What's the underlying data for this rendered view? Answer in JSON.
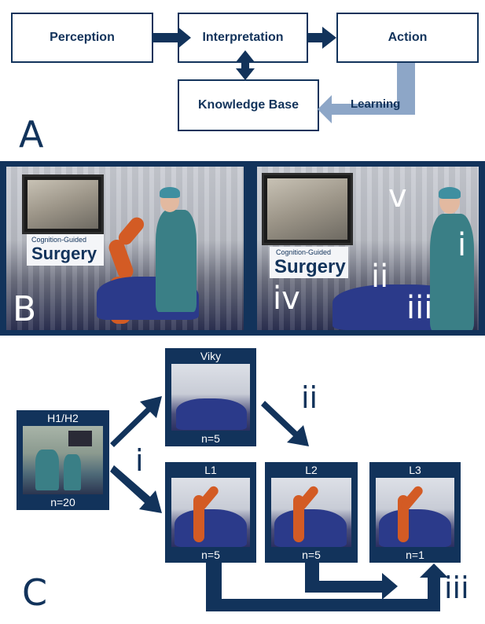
{
  "panel_a": {
    "letter": "A",
    "boxes": {
      "perception": "Perception",
      "interpretation": "Interpretation",
      "action": "Action",
      "knowledge_base": "Knowledge Base"
    },
    "learning_label": "Learning"
  },
  "panel_b": {
    "letter": "B",
    "banner_line1": "Cognition-Guided",
    "banner_line2": "Surgery",
    "labels": {
      "i": "i",
      "ii": "ii",
      "iii": "iii",
      "iv": "iv",
      "v": "v"
    }
  },
  "panel_c": {
    "letter": "C",
    "boxes": {
      "h1h2": {
        "title": "H1/H2",
        "n": "n=20"
      },
      "viky": {
        "title": "Viky",
        "n": "n=5"
      },
      "l1": {
        "title": "L1",
        "n": "n=5"
      },
      "l2": {
        "title": "L2",
        "n": "n=5"
      },
      "l3": {
        "title": "L3",
        "n": "n=1"
      }
    },
    "arrow_labels": {
      "i": "i",
      "ii": "ii",
      "iii": "iii"
    }
  },
  "colors": {
    "navy": "#12335b",
    "learning_arrow": "#8da6c7"
  }
}
